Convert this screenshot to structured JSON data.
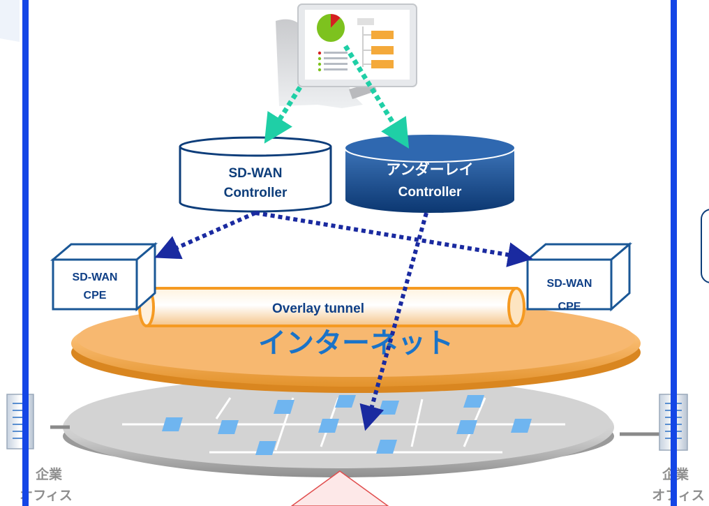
{
  "operator": {
    "pie_slices": [
      {
        "label": "",
        "share": 0.88,
        "color": "#7dc21e"
      },
      {
        "label": "",
        "share": 0.12,
        "color": "#d42020"
      }
    ]
  },
  "controllers": {
    "sdwan": {
      "line1": "SD-WAN",
      "line2": "Controller"
    },
    "underlay": {
      "line1": "アンダーレイ",
      "line2": "Controller"
    }
  },
  "cpe": {
    "left": {
      "line1": "SD-WAN",
      "line2": "CPE"
    },
    "right": {
      "line1": "SD-WAN",
      "line2": "CPE"
    }
  },
  "tunnel": {
    "label": "Overlay tunnel"
  },
  "internet": {
    "label": "インターネット"
  },
  "offices": {
    "left": {
      "line1": "企業",
      "line2": "オフィス"
    },
    "right": {
      "line1": "企業",
      "line2": "オフィス"
    }
  },
  "colors": {
    "frame_blue": "#1446e6",
    "controller_navy": "#0d3d7a",
    "arrow_teal": "#1fcfa6",
    "arrow_navy": "#1a2aa0",
    "internet_orange": "#f5b86a",
    "underlay_gray": "#cfcfcf",
    "node_blue": "#6fb5f0"
  }
}
